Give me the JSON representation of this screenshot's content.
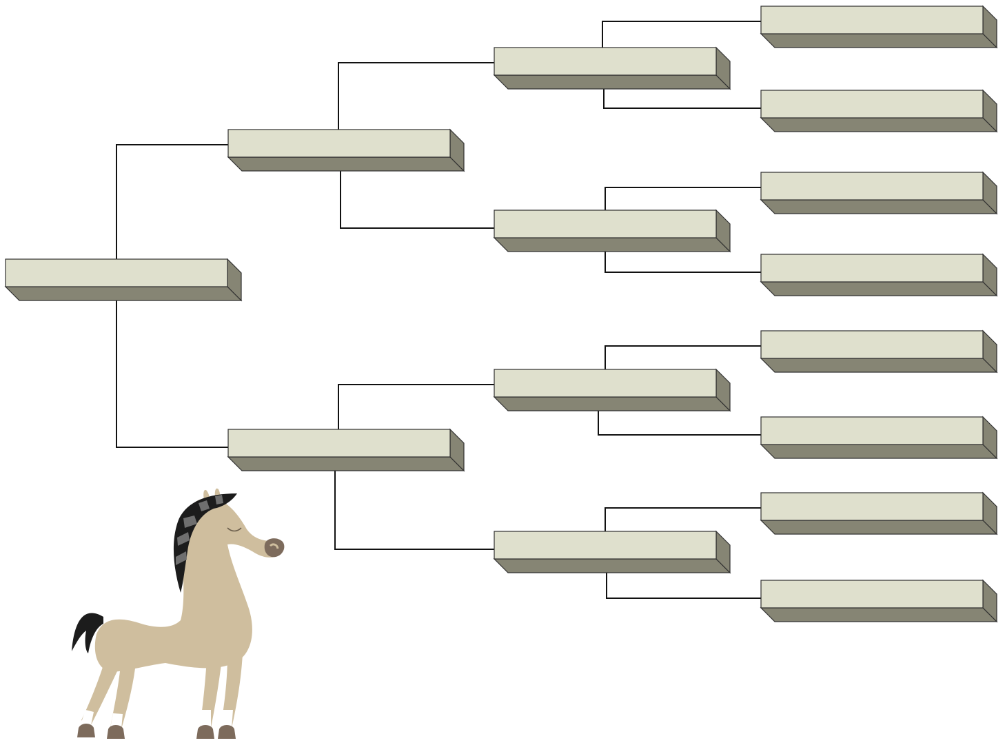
{
  "colors": {
    "box_face": "#DFE0CD",
    "box_bottom": "#868574",
    "box_side": "#868574",
    "outline": "#303030",
    "connector": "#111111",
    "horse_body": "#CFBE9E",
    "horse_mane": "#1C1C1C",
    "horse_mane_stripe": "#6F6F6F",
    "horse_hoof": "#7D6B5C",
    "horse_sock": "#FFFFFF"
  },
  "pedigree": {
    "generations": [
      {
        "level": 1,
        "slots": [
          {
            "id": "subject",
            "label": ""
          }
        ]
      },
      {
        "level": 2,
        "slots": [
          {
            "id": "sire",
            "label": ""
          },
          {
            "id": "dam",
            "label": ""
          }
        ]
      },
      {
        "level": 3,
        "slots": [
          {
            "id": "sire-sire",
            "label": ""
          },
          {
            "id": "sire-dam",
            "label": ""
          },
          {
            "id": "dam-sire",
            "label": ""
          },
          {
            "id": "dam-dam",
            "label": ""
          }
        ]
      },
      {
        "level": 4,
        "slots": [
          {
            "id": "sire-sire-sire",
            "label": ""
          },
          {
            "id": "sire-sire-dam",
            "label": ""
          },
          {
            "id": "sire-dam-sire",
            "label": ""
          },
          {
            "id": "sire-dam-dam",
            "label": ""
          },
          {
            "id": "dam-sire-sire",
            "label": ""
          },
          {
            "id": "dam-sire-dam",
            "label": ""
          },
          {
            "id": "dam-dam-sire",
            "label": ""
          },
          {
            "id": "dam-dam-dam",
            "label": ""
          }
        ]
      }
    ]
  },
  "illustration": {
    "icon": "horse-icon"
  }
}
